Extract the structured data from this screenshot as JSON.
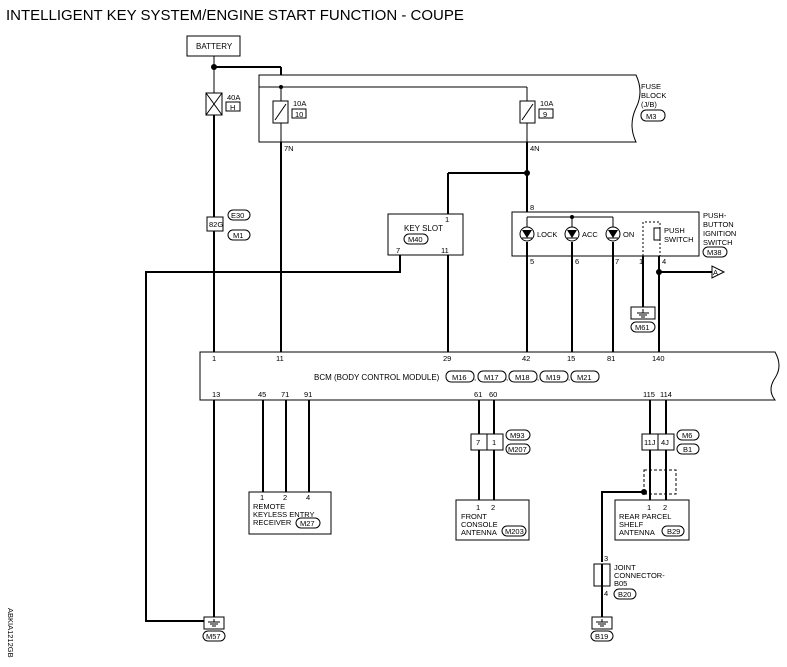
{
  "title": "INTELLIGENT KEY SYSTEM/ENGINE START FUNCTION - COUPE",
  "side_code": "ABKIA1212GB",
  "battery": "BATTERY",
  "fusible_link": {
    "amp": "40A",
    "id": "H"
  },
  "fuse_block": {
    "l1": "FUSE",
    "l2": "BLOCK",
    "l3": "(J/B)",
    "conn": "M3"
  },
  "fuse1": {
    "amp": "10A",
    "num": "10",
    "term": "7N"
  },
  "fuse2": {
    "amp": "10A",
    "num": "9",
    "term": "4N"
  },
  "conn_e30": {
    "pin": "82G",
    "c1": "E30",
    "c2": "M1"
  },
  "key_slot": {
    "label": "KEY SLOT",
    "conn": "M40",
    "p1": "1",
    "p7": "7",
    "p11": "11"
  },
  "push_switch": {
    "l1": "PUSH-",
    "l2": "BUTTON",
    "l3": "IGNITION",
    "l4": "SWITCH",
    "conn": "M38",
    "p8": "8",
    "lock": "LOCK",
    "acc": "ACC",
    "on": "ON",
    "push1": "PUSH",
    "push2": "SWITCH",
    "p5": "5",
    "p6": "6",
    "p7": "7",
    "p1": "1",
    "p4": "4"
  },
  "arrow_label": "A",
  "ground_m61": "M61",
  "bcm": {
    "label": "BCM (BODY CONTROL MODULE)",
    "conns": [
      "M16",
      "M17",
      "M18",
      "M19",
      "M21"
    ],
    "top_pins": [
      "1",
      "11",
      "29",
      "42",
      "15",
      "81",
      "140"
    ],
    "bottom_pins": [
      "13",
      "45",
      "71",
      "91",
      "61",
      "60",
      "115",
      "114"
    ]
  },
  "conn_m93": {
    "p1": "7",
    "p2": "1",
    "c1": "M93",
    "c2": "M207"
  },
  "conn_m6": {
    "p1": "11J",
    "p2": "4J",
    "c1": "M6",
    "c2": "B1"
  },
  "rke": {
    "l1": "REMOTE",
    "l2": "KEYLESS ENTRY",
    "l3": "RECEIVER",
    "conn": "M27",
    "p1": "1",
    "p2": "2",
    "p4": "4"
  },
  "front_ant": {
    "l1": "FRONT",
    "l2": "CONSOLE",
    "l3": "ANTENNA",
    "conn": "M203",
    "p1": "1",
    "p2": "2"
  },
  "rear_ant": {
    "l1": "REAR PARCEL",
    "l2": "SHELF",
    "l3": "ANTENNA",
    "conn": "B29",
    "p1": "1",
    "p2": "2"
  },
  "joint": {
    "l1": "JOINT",
    "l2": "CONNECTOR-",
    "l3": "B05",
    "conn": "B20",
    "p3": "3",
    "p4": "4"
  },
  "ground_m57": "M57",
  "ground_b19": "B19"
}
